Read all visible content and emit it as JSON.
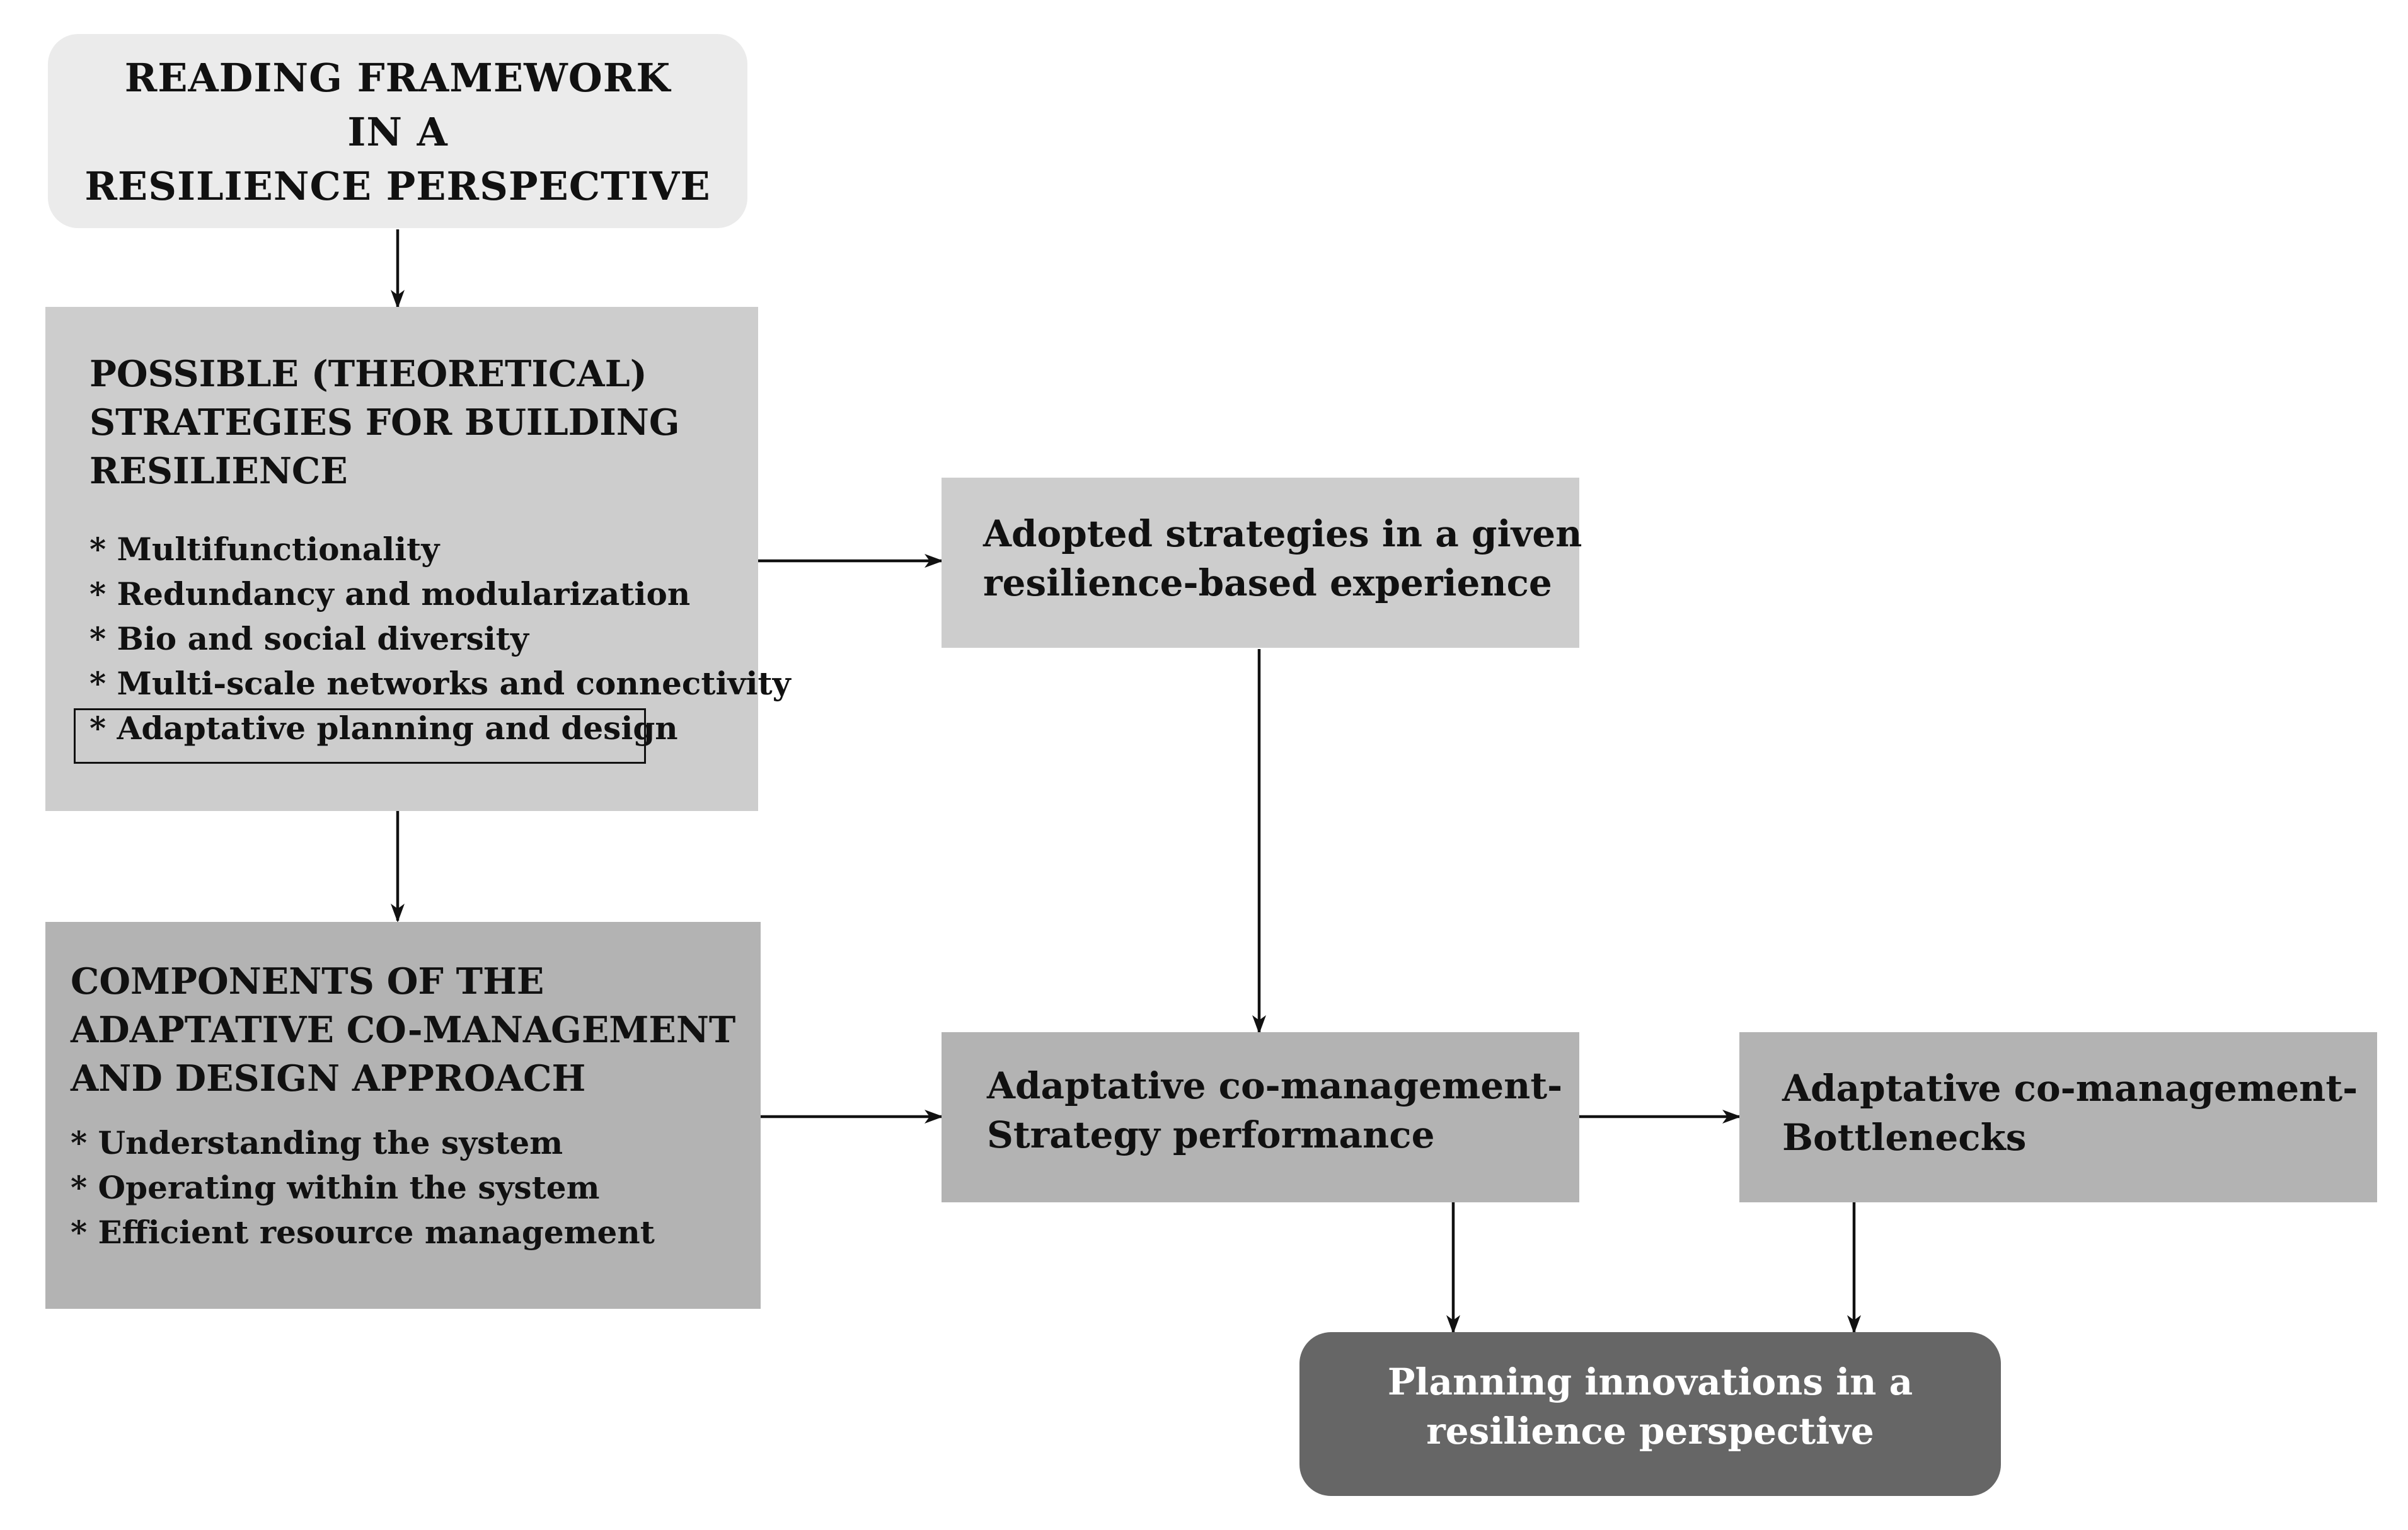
{
  "diagram": {
    "reading_framework": {
      "lines": [
        "READING FRAMEWORK",
        "IN A",
        "RESILIENCE PERSPECTIVE"
      ]
    },
    "possible_strategies": {
      "title_lines": [
        "POSSIBLE (THEORETICAL)",
        "STRATEGIES FOR BUILDING",
        "RESILIENCE"
      ],
      "items": [
        "* Multifunctionality",
        "* Redundancy and modularization",
        "* Bio and social diversity",
        "* Multi-scale networks and connectivity",
        "* Adaptative planning and design"
      ]
    },
    "components": {
      "title_lines": [
        "COMPONENTS OF THE",
        "ADAPTATIVE CO-MANAGEMENT",
        "AND DESIGN APPROACH"
      ],
      "items": [
        "* Understanding the system",
        "* Operating within the system",
        "* Efficient resource management"
      ]
    },
    "adopted_strategies": {
      "lines": [
        "Adopted strategies in a given",
        "resilience-based experience"
      ]
    },
    "strategy_performance": {
      "lines": [
        "Adaptative co-management-",
        "Strategy performance"
      ]
    },
    "bottlenecks": {
      "lines": [
        "Adaptative co-management-",
        "Bottlenecks"
      ]
    },
    "planning_innovations": {
      "lines": [
        "Planning innovations in a",
        "resilience perspective"
      ]
    }
  },
  "colors": {
    "top_box": "#ebebeb",
    "light_box": "#cdcdcd",
    "mid_box": "#b3b3b3",
    "dark_box": "#666666",
    "arrow": "#111111"
  }
}
